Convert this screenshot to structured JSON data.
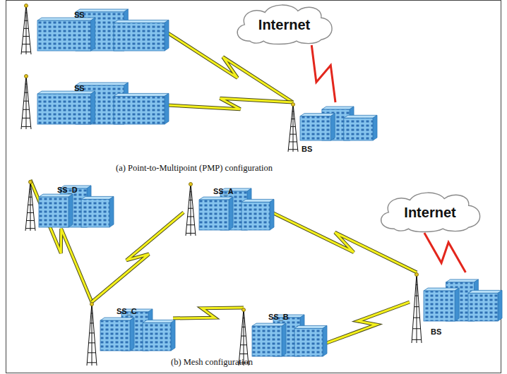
{
  "diagram": {
    "nodes": [
      {
        "text": [
          "SS"
        ]
      },
      {
        "text": [
          "Internet"
        ]
      },
      {
        "text": [
          "SS"
        ]
      },
      {
        "text": [
          "BS"
        ]
      },
      {
        "text": [
          "SS_D"
        ]
      },
      {
        "text": [
          "SS_A"
        ]
      },
      {
        "text": [
          "Internet"
        ]
      },
      {
        "text": [
          "SS_C"
        ]
      },
      {
        "text": [
          "SS_B"
        ]
      },
      {
        "text": [
          "BS"
        ]
      }
    ],
    "edges": [
      {
        "from": 0,
        "to": 3,
        "arrow": "none"
      },
      {
        "from": 2,
        "to": 3,
        "arrow": "none"
      },
      {
        "from": 3,
        "to": 1,
        "arrow": "none"
      },
      {
        "from": 4,
        "to": 7,
        "arrow": "none"
      },
      {
        "from": 7,
        "to": 5,
        "arrow": "none"
      },
      {
        "from": 5,
        "to": 9,
        "arrow": "none"
      },
      {
        "from": 7,
        "to": 8,
        "arrow": "none"
      },
      {
        "from": 8,
        "to": 9,
        "arrow": "none"
      },
      {
        "from": 9,
        "to": 6,
        "arrow": "none"
      }
    ],
    "labels": [
      "(a) Point-to-Multipoint (PMP) configuration",
      "(b) Mesh configuration"
    ]
  }
}
